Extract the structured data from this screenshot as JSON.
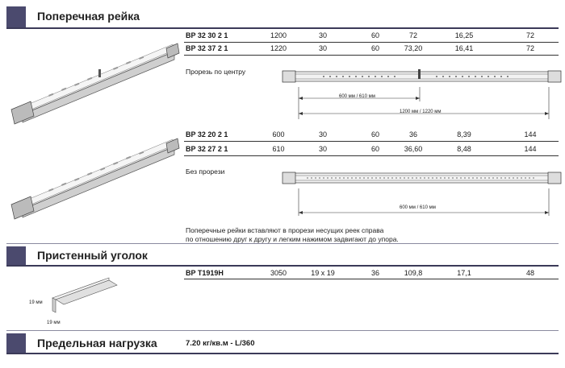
{
  "sections": [
    {
      "title": "Поперечная рейка"
    },
    {
      "title": "Пристенный уголок"
    },
    {
      "title": "Предельная нагрузка"
    }
  ],
  "tables": {
    "cross_slotted": [
      {
        "code": "BP 32 30 2 1",
        "values": [
          "1200",
          "30",
          "60",
          "72",
          "16,25",
          "72"
        ]
      },
      {
        "code": "BP 32 37 2 1",
        "values": [
          "1220",
          "30",
          "60",
          "73,20",
          "16,41",
          "72"
        ]
      }
    ],
    "cross_plain": [
      {
        "code": "BP 32 20 2 1",
        "values": [
          "600",
          "30",
          "60",
          "36",
          "8,39",
          "144"
        ]
      },
      {
        "code": "BP 32 27 2 1",
        "values": [
          "610",
          "30",
          "60",
          "36,60",
          "8,48",
          "144"
        ]
      }
    ],
    "angle": [
      {
        "code": "BP T1919H",
        "values": [
          "3050",
          "19 x 19",
          "36",
          "109,8",
          "17,1",
          "48"
        ]
      }
    ]
  },
  "labels": {
    "slot_center": "Прорезь по центру",
    "no_slot": "Без прорези",
    "dim_600_610": "600 мм / 610 мм",
    "dim_1200_1220": "1200 мм / 1220 мм",
    "dim_600_610_b": "600 мм / 610 мм",
    "angle_h": "19 мм",
    "angle_w": "19 мм"
  },
  "note": {
    "line1": "Поперечные рейки вставляют в прорези несущих реек справа",
    "line2": "по отношению друг к другу и легким нажимом задвигают до упора."
  },
  "load": {
    "value": "7.20 кг/кв.м - L/360"
  },
  "colors": {
    "section_marker": "#4b4a6e",
    "rule": "#3b3a58"
  }
}
